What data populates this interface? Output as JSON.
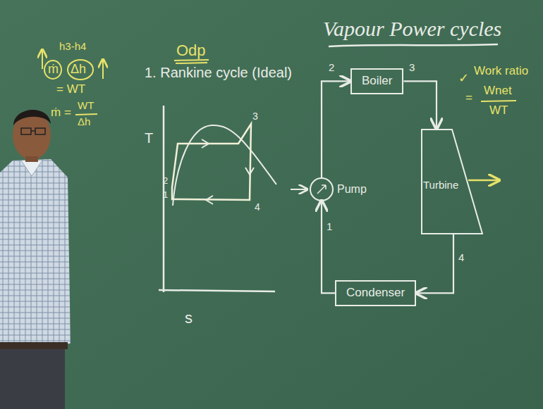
{
  "diagram": {
    "title": "Vapour Power cycles",
    "nodes": [
      {
        "text": [
          "Boiler"
        ]
      },
      {
        "text": [
          "Turbine"
        ]
      },
      {
        "text": [
          "Condenser"
        ]
      },
      {
        "text": [
          "Pump"
        ]
      }
    ],
    "edges": [
      {
        "from": 3,
        "to": 0,
        "arrow": "to"
      },
      {
        "from": 0,
        "to": 1,
        "arrow": "to"
      },
      {
        "from": 1,
        "to": 2,
        "arrow": "to"
      },
      {
        "from": 2,
        "to": 3,
        "arrow": "to"
      }
    ],
    "labels": [
      "Odp",
      "1. Rankine cycle (Ideal)",
      "T",
      "s",
      "1",
      "2",
      "3",
      "4",
      "1",
      "2",
      "3",
      "4",
      "✓",
      "Work ratio",
      "=",
      "Wnet",
      "WT",
      "h3-h4",
      "ṁ",
      "Δh",
      "= WT",
      "ṁ =",
      "WT",
      "Δh"
    ]
  }
}
